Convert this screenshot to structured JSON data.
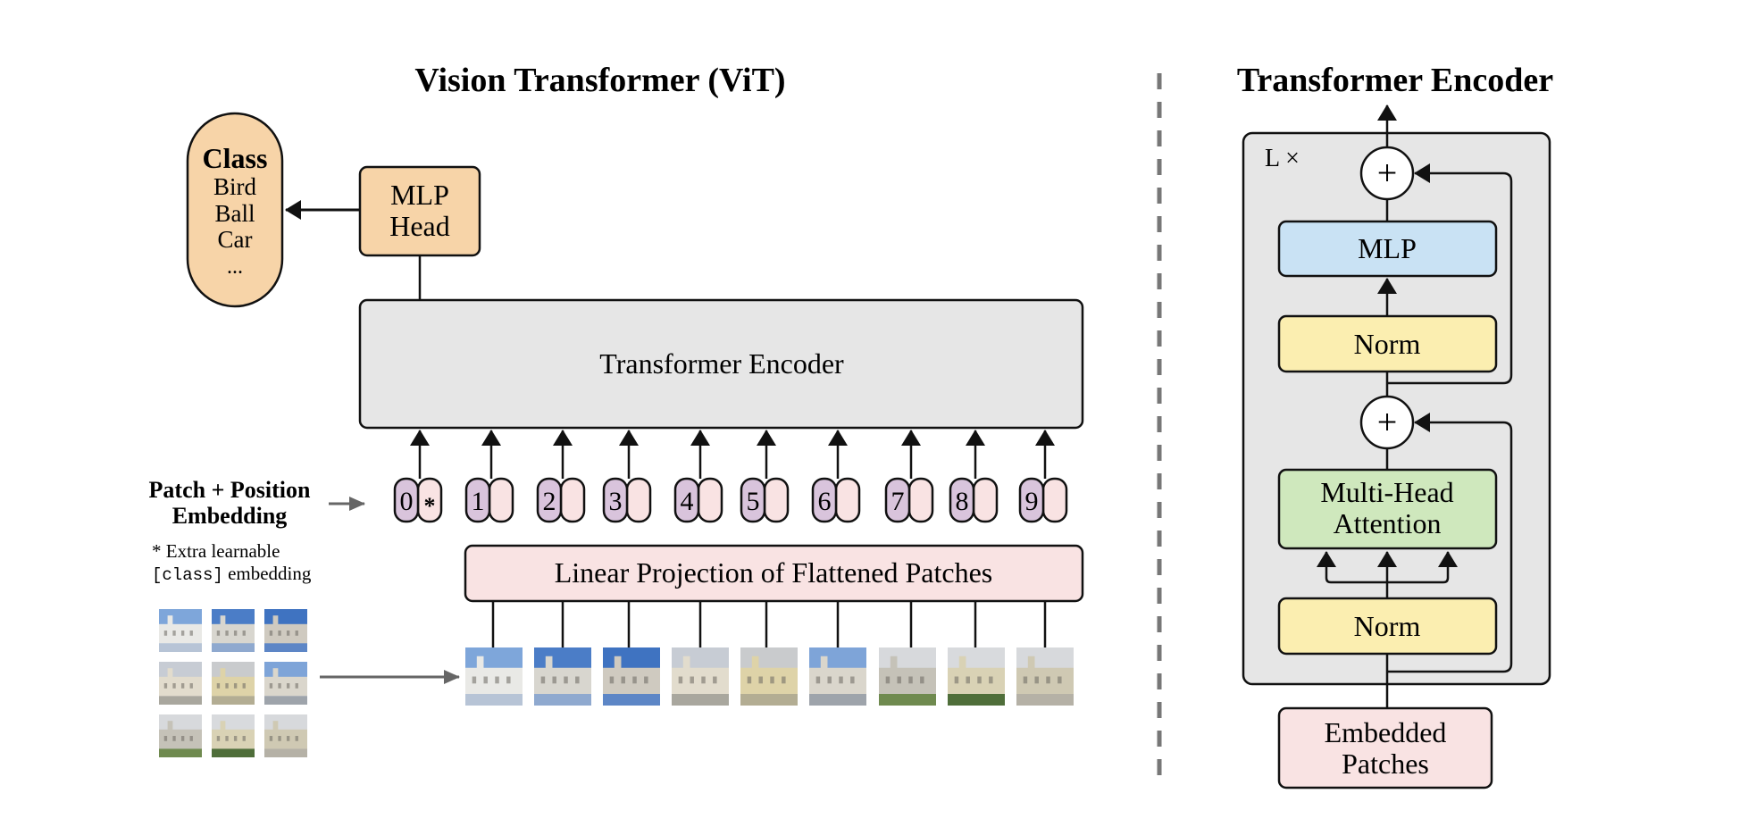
{
  "vit": {
    "title": "Vision Transformer (ViT)",
    "class_box": {
      "heading": "Class",
      "items": [
        "Bird",
        "Ball",
        "Car",
        "..."
      ]
    },
    "mlp_head": [
      "MLP",
      "Head"
    ],
    "encoder_label": "Transformer Encoder",
    "embedding_label": [
      "Patch + Position",
      "Embedding"
    ],
    "extra_note": {
      "line1": "* Extra learnable",
      "code": "[class]",
      "line2": " embedding"
    },
    "tokens": [
      "0",
      "1",
      "2",
      "3",
      "4",
      "5",
      "6",
      "7",
      "8",
      "9"
    ],
    "class_token_marker": "*",
    "linear_projection": "Linear Projection of Flattened Patches"
  },
  "encoder_detail": {
    "title": "Transformer Encoder",
    "repeat_label": "L ×",
    "mlp": "MLP",
    "norm_top": "Norm",
    "attention": [
      "Multi-Head",
      "Attention"
    ],
    "norm_bottom": "Norm",
    "plus": "+",
    "embedded_patches": [
      "Embedded",
      "Patches"
    ]
  },
  "colors": {
    "class_fill": "#f7d4a8",
    "mlp_head_fill": "#f7d4a8",
    "encoder_fill": "#e6e6e6",
    "token_purple": "#d9c4dc",
    "token_pink": "#f9e3e3",
    "projection_fill": "#f9e3e3",
    "mlp_fill": "#c9e2f4",
    "norm_fill": "#fbeeb0",
    "attention_fill": "#cfe8bd",
    "embedded_fill": "#f9e3e3",
    "stroke": "#111111",
    "arrow_gray": "#666666"
  },
  "patch_images": [
    {
      "name": "patch-1-image",
      "sky": "#7ea6da",
      "building": "#e9e9e6",
      "ground": "#b7c4d6"
    },
    {
      "name": "patch-2-image",
      "sky": "#4b7dc7",
      "building": "#d8d6cf",
      "ground": "#8fa9cf"
    },
    {
      "name": "patch-3-image",
      "sky": "#3f73c1",
      "building": "#cfcac0",
      "ground": "#5d86c6"
    },
    {
      "name": "patch-4-image",
      "sky": "#c7ccd4",
      "building": "#e2dccd",
      "ground": "#a9a79e"
    },
    {
      "name": "patch-5-image",
      "sky": "#c9cbcd",
      "building": "#ded3a8",
      "ground": "#b3ad93"
    },
    {
      "name": "patch-6-image",
      "sky": "#7ea4d8",
      "building": "#dad6cc",
      "ground": "#9ea4ab"
    },
    {
      "name": "patch-7-image",
      "sky": "#d7d9dc",
      "building": "#c5c2b8",
      "ground": "#6f8a4f"
    },
    {
      "name": "patch-8-image",
      "sky": "#d8dadd",
      "building": "#d9d2b5",
      "ground": "#4f6e3a"
    },
    {
      "name": "patch-9-image",
      "sky": "#d7d9dc",
      "building": "#cfc9b3",
      "ground": "#b5b1a6"
    }
  ]
}
